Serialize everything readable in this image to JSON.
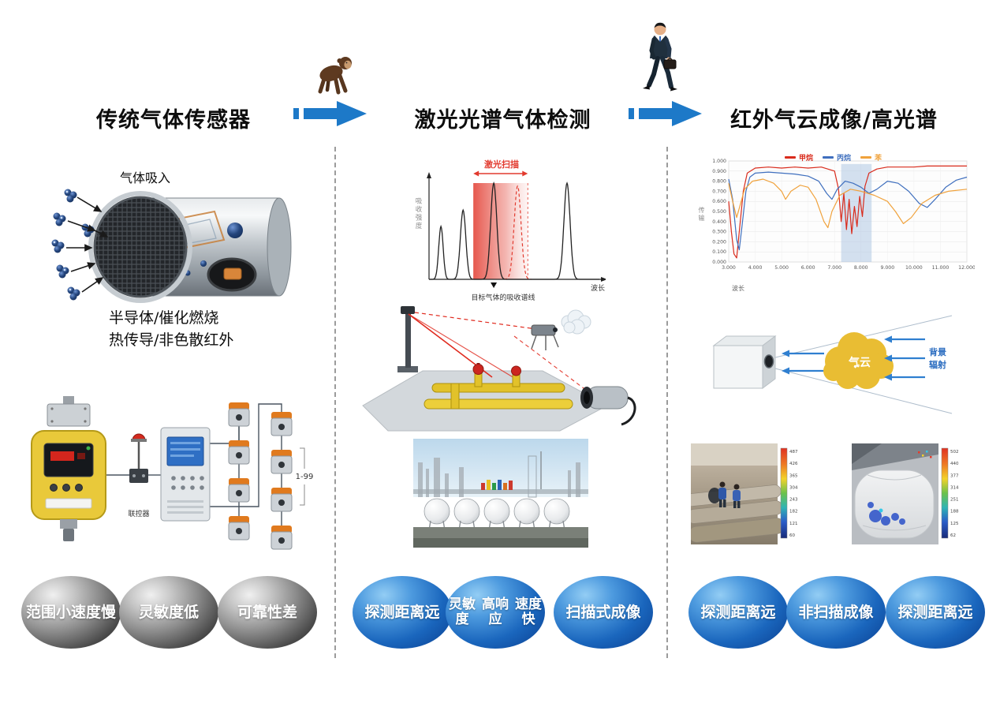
{
  "header": {
    "titles": [
      "传统气体传感器",
      "激光光谱气体检测",
      "红外气云成像/高光谱"
    ],
    "icons": {
      "arrow1": "blue-right-arrow",
      "arrow1_figure": "monkey",
      "arrow2": "blue-right-arrow",
      "arrow2_figure": "walking-businessman"
    }
  },
  "col1": {
    "intake_label": "气体吸入",
    "tech_lines": [
      "半导体/催化燃烧",
      "热传导/非色散红外"
    ],
    "system": {
      "controller_label": "联控器",
      "range_label": "1-99"
    },
    "bubbles": [
      {
        "lines": [
          "范围小",
          "速度慢"
        ]
      },
      {
        "lines": [
          "灵敏度",
          "低"
        ]
      },
      {
        "lines": [
          "可靠性",
          "差"
        ]
      }
    ]
  },
  "col2": {
    "spectrum": {
      "scan_label": "激光扫描",
      "y_label": "吸收强度",
      "x_label": "波长",
      "target_label": "目标气体的吸收谱线",
      "band": [
        0.26,
        0.58
      ],
      "peaks": [
        {
          "c": 0.07,
          "w": 0.013,
          "h": 0.55
        },
        {
          "c": 0.2,
          "w": 0.016,
          "h": 0.72
        },
        {
          "c": 0.38,
          "w": 0.018,
          "h": 1.0
        },
        {
          "c": 0.81,
          "w": 0.018,
          "h": 1.0
        }
      ],
      "dashed_peak": {
        "c": 0.52,
        "w": 0.02,
        "h": 0.97
      }
    },
    "bubbles": [
      {
        "lines": [
          "探测距",
          "离远"
        ]
      },
      {
        "lines": [
          "灵敏度",
          "高响应",
          "速度快"
        ]
      },
      {
        "lines": [
          "扫描式",
          "成像"
        ]
      }
    ]
  },
  "col3": {
    "chart": {
      "type": "line",
      "y_label": "传输",
      "x_label": "波长",
      "xlim": [
        3,
        12
      ],
      "ylim": [
        0,
        1
      ],
      "y_ticks": [
        "1.000",
        "0.900",
        "0.800",
        "0.700",
        "0.600",
        "0.500",
        "0.400",
        "0.300",
        "0.200",
        "0.100",
        "0.000"
      ],
      "x_ticks": [
        "3.000",
        "4.000",
        "5.000",
        "6.000",
        "7.000",
        "8.000",
        "9.000",
        "10.000",
        "11.000",
        "12.000"
      ],
      "band_x": [
        7.25,
        8.4
      ],
      "legend": [
        {
          "label": "甲烷",
          "color": "#d92b1c"
        },
        {
          "label": "丙烷",
          "color": "#3f6fbe"
        },
        {
          "label": "苯",
          "color": "#f0a23c"
        }
      ],
      "series": [
        {
          "name": "甲烷",
          "color": "#d92b1c",
          "points": [
            [
              3.0,
              0.6
            ],
            [
              3.1,
              0.3
            ],
            [
              3.2,
              0.08
            ],
            [
              3.3,
              0.04
            ],
            [
              3.4,
              0.3
            ],
            [
              3.55,
              0.7
            ],
            [
              3.7,
              0.88
            ],
            [
              4.0,
              0.93
            ],
            [
              4.5,
              0.94
            ],
            [
              5.0,
              0.93
            ],
            [
              5.5,
              0.94
            ],
            [
              6.0,
              0.93
            ],
            [
              6.5,
              0.94
            ],
            [
              7.0,
              0.9
            ],
            [
              7.15,
              0.72
            ],
            [
              7.25,
              0.4
            ],
            [
              7.35,
              0.68
            ],
            [
              7.45,
              0.32
            ],
            [
              7.55,
              0.62
            ],
            [
              7.65,
              0.28
            ],
            [
              7.75,
              0.55
            ],
            [
              7.85,
              0.35
            ],
            [
              7.95,
              0.65
            ],
            [
              8.05,
              0.45
            ],
            [
              8.15,
              0.75
            ],
            [
              8.3,
              0.88
            ],
            [
              8.6,
              0.92
            ],
            [
              9.0,
              0.94
            ],
            [
              9.5,
              0.94
            ],
            [
              10.0,
              0.94
            ],
            [
              10.5,
              0.95
            ],
            [
              11.0,
              0.95
            ],
            [
              11.5,
              0.95
            ],
            [
              12.0,
              0.95
            ]
          ]
        },
        {
          "name": "丙烷",
          "color": "#3f6fbe",
          "points": [
            [
              3.0,
              0.82
            ],
            [
              3.15,
              0.62
            ],
            [
              3.3,
              0.22
            ],
            [
              3.4,
              0.12
            ],
            [
              3.5,
              0.35
            ],
            [
              3.65,
              0.7
            ],
            [
              3.8,
              0.84
            ],
            [
              4.0,
              0.88
            ],
            [
              4.5,
              0.89
            ],
            [
              5.0,
              0.88
            ],
            [
              5.5,
              0.87
            ],
            [
              6.0,
              0.85
            ],
            [
              6.4,
              0.8
            ],
            [
              6.7,
              0.68
            ],
            [
              6.9,
              0.62
            ],
            [
              7.1,
              0.72
            ],
            [
              7.4,
              0.8
            ],
            [
              7.7,
              0.78
            ],
            [
              8.0,
              0.74
            ],
            [
              8.3,
              0.68
            ],
            [
              8.6,
              0.72
            ],
            [
              9.0,
              0.8
            ],
            [
              9.4,
              0.78
            ],
            [
              9.8,
              0.7
            ],
            [
              10.2,
              0.58
            ],
            [
              10.5,
              0.54
            ],
            [
              10.8,
              0.62
            ],
            [
              11.2,
              0.74
            ],
            [
              11.6,
              0.81
            ],
            [
              12.0,
              0.84
            ]
          ]
        },
        {
          "name": "苯",
          "color": "#f0a23c",
          "points": [
            [
              3.0,
              0.78
            ],
            [
              3.15,
              0.6
            ],
            [
              3.3,
              0.44
            ],
            [
              3.45,
              0.58
            ],
            [
              3.6,
              0.72
            ],
            [
              3.9,
              0.8
            ],
            [
              4.3,
              0.82
            ],
            [
              4.7,
              0.78
            ],
            [
              5.0,
              0.7
            ],
            [
              5.15,
              0.62
            ],
            [
              5.35,
              0.7
            ],
            [
              5.7,
              0.76
            ],
            [
              6.0,
              0.74
            ],
            [
              6.3,
              0.62
            ],
            [
              6.6,
              0.4
            ],
            [
              6.75,
              0.34
            ],
            [
              6.9,
              0.5
            ],
            [
              7.2,
              0.66
            ],
            [
              7.6,
              0.72
            ],
            [
              8.0,
              0.7
            ],
            [
              8.5,
              0.66
            ],
            [
              9.0,
              0.6
            ],
            [
              9.3,
              0.5
            ],
            [
              9.6,
              0.38
            ],
            [
              9.9,
              0.44
            ],
            [
              10.3,
              0.58
            ],
            [
              10.8,
              0.66
            ],
            [
              11.3,
              0.7
            ],
            [
              12.0,
              0.72
            ]
          ]
        }
      ]
    },
    "cloud": {
      "cloud_label": "气云",
      "radiation_lines": [
        "背景",
        "辐射"
      ]
    },
    "thermal_left": {
      "scale": [
        "487",
        "426",
        "365",
        "304",
        "243",
        "182",
        "121",
        "60"
      ]
    },
    "thermal_right": {
      "scale": [
        "502",
        "440",
        "377",
        "314",
        "251",
        "188",
        "125",
        "62"
      ]
    },
    "bubbles": [
      {
        "lines": [
          "探测距",
          "离远"
        ]
      },
      {
        "lines": [
          "非扫描",
          "成像"
        ]
      },
      {
        "lines": [
          "探测距",
          "离远"
        ]
      }
    ]
  }
}
